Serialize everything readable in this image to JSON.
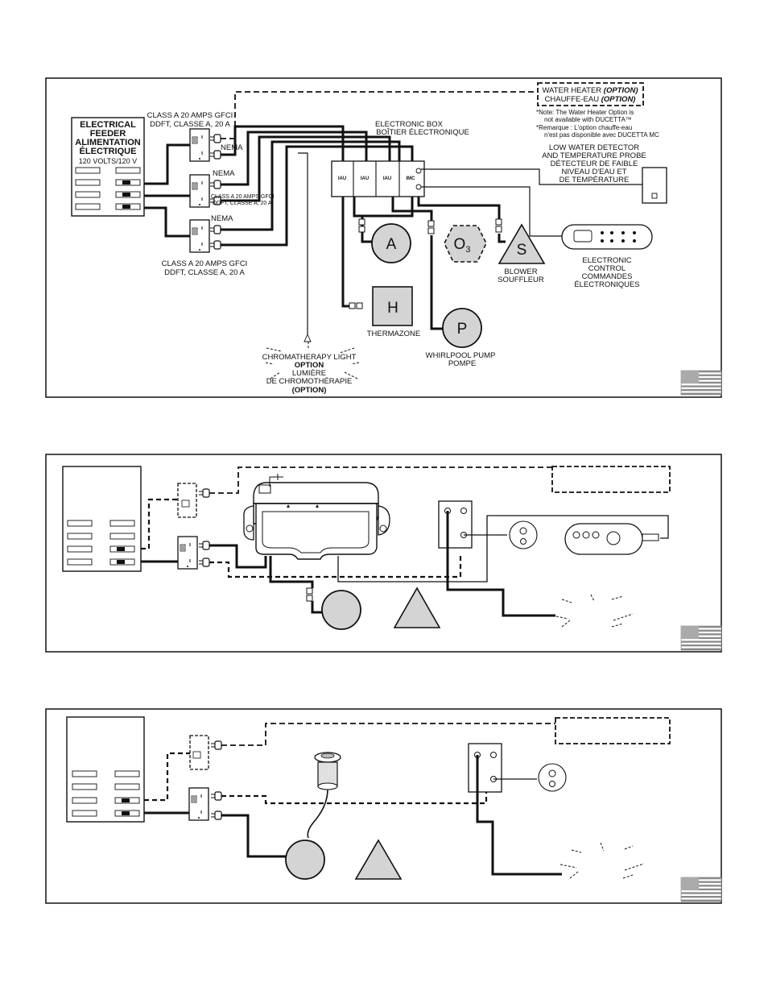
{
  "panel1": {
    "feeder": {
      "lines": [
        "ELECTRICAL",
        "FEEDER",
        "ALIMENTATION",
        "ÉLECTRIQUE"
      ],
      "voltage": "120 VOLTS/120 V"
    },
    "gfci_top": [
      "CLASS A 20 AMPS GFCI",
      "DDFT, CLASSE A, 20 A"
    ],
    "gfci_mid": [
      "CLASS A 20 AMPS GFCI",
      "DDFT, CLASSE A, 20 A"
    ],
    "gfci_bottom": [
      "CLASS A 20 AMPS GFCI",
      "DDFT, CLASSE A, 20 A"
    ],
    "nema": "NEMA",
    "electronic_box": [
      "ELECTRONIC BOX",
      "BOÎTIER ÉLECTRONIQUE"
    ],
    "box_slots": [
      "IAU",
      "IAU",
      "IAU",
      "IMC"
    ],
    "water_heater": {
      "line1_a": "WATER HEATER ",
      "line1_b": "(OPTION)",
      "line2_a": "CHAUFFE-EAU ",
      "line2_b": "(OPTION)"
    },
    "note_en": [
      "*Note: The Water Heater Option is",
      "not available with DUCETTA™"
    ],
    "note_fr": [
      "*Remarque : L'option chauffe-eau",
      "n'est pas disponible avec DUCETTA MC"
    ],
    "low_water": [
      "LOW WATER DETECTOR",
      "AND TEMPERATURE PROBE",
      "DÉTECTEUR DE FAIBLE",
      "NIVEAU D'EAU ET",
      "DE TEMPÉRATURE"
    ],
    "control": [
      "ELECTRONIC",
      "CONTROL",
      "COMMANDES",
      "ÉLECTRONIQUES"
    ],
    "comp_a": "A",
    "comp_o3": "O",
    "comp_o3_sub": "3",
    "comp_s": "S",
    "comp_h": "H",
    "comp_p": "P",
    "blower": [
      "BLOWER",
      "SOUFFLEUR"
    ],
    "thermazone": "THERMAZONE",
    "pump": [
      "WHIRLPOOL PUMP",
      "POMPE"
    ],
    "chroma": [
      "CHROMATHERAPY LIGHT",
      "OPTION",
      "LUMIÈRE",
      "DE CHROMOTHÉRAPIE",
      "(OPTION)"
    ]
  },
  "colors": {
    "line": "#111111",
    "fill_grey": "#d4d4d4",
    "flag_grey": "#8a8a8a"
  },
  "icons": [
    "outlet-icon",
    "plug-icon",
    "us-flag-icon",
    "star-burst-icon",
    "control-pad-icon"
  ]
}
